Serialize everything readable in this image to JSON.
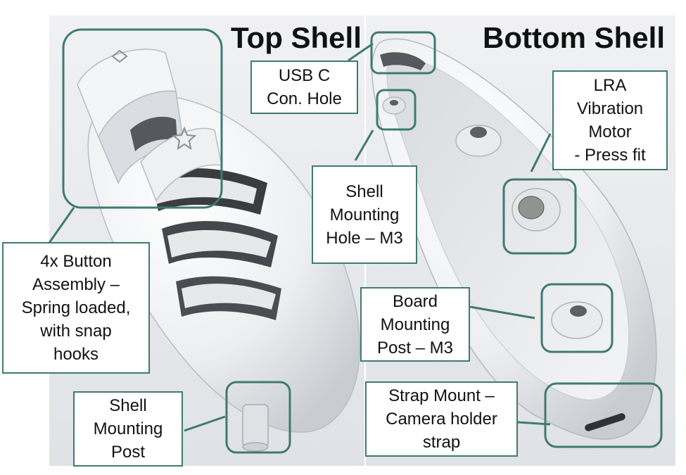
{
  "headings": {
    "top_shell": "Top Shell",
    "bottom_shell": "Bottom Shell"
  },
  "labels": {
    "usb_c": "USB C\nCon. Hole",
    "lra": "LRA\nVibration\nMotor\n- Press fit",
    "shell_hole": "Shell\nMounting\nHole – M3",
    "button_assembly": "4x Button\nAssembly –\nSpring loaded,\nwith snap\nhooks",
    "board_post": "Board\nMounting\nPost – M3",
    "shell_post": "Shell\nMounting\nPost",
    "strap_mount": "Strap Mount –\nCamera holder\nstrap"
  },
  "colors": {
    "accent": "#3f7a70",
    "background": "#e9ecef",
    "shell": "#f2f3f4"
  }
}
